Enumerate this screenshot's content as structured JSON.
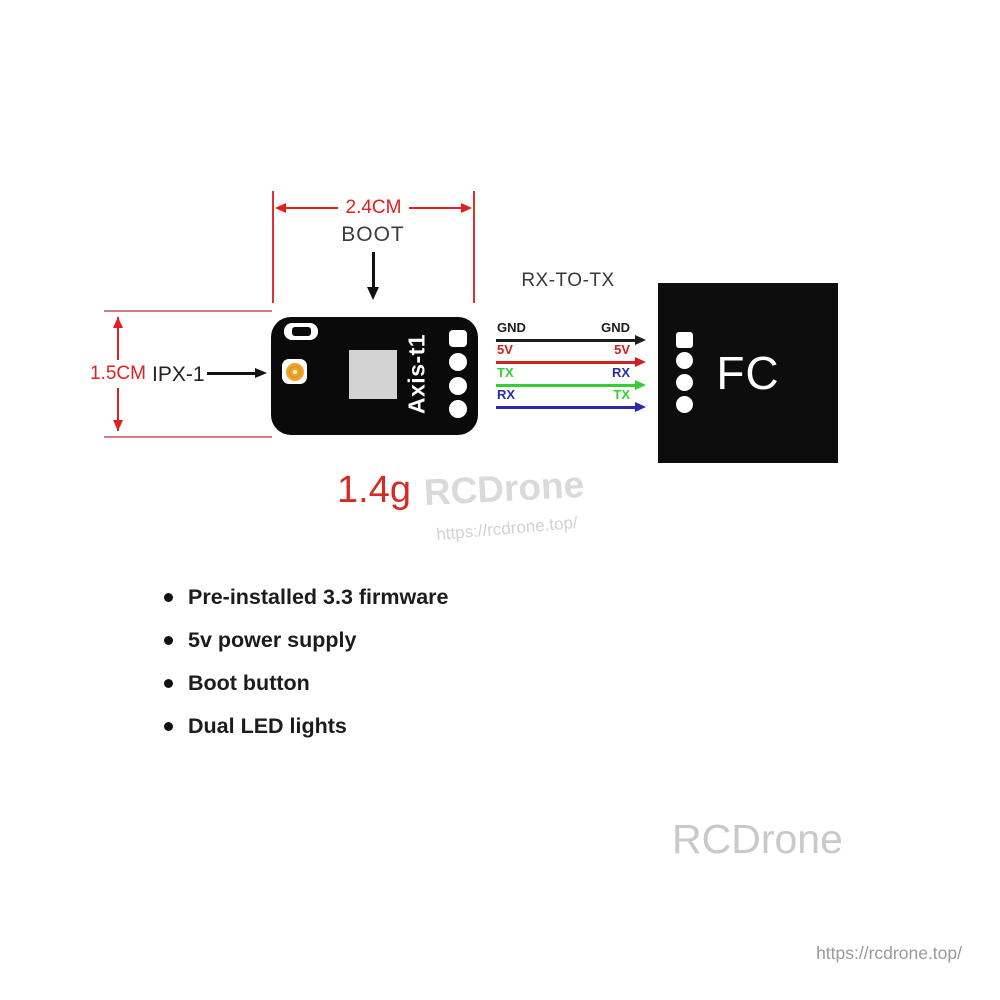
{
  "dimensions": {
    "width": {
      "label": "2.4CM"
    },
    "height": {
      "label": "1.5CM"
    }
  },
  "module": {
    "name": "Axis-t1",
    "weight": "1.4g",
    "boot_label": "BOOT",
    "ipx_label": "IPX-1"
  },
  "wiring": {
    "title": "RX-TO-TX",
    "fc_label": "FC",
    "wires": [
      {
        "left": "GND",
        "right": "GND",
        "line_color": "#1c1c1c",
        "left_color": "#1c1c1c",
        "right_color": "#1c1c1c"
      },
      {
        "left": "5V",
        "right": "5V",
        "line_color": "#cc2222",
        "left_color": "#cc2222",
        "right_color": "#cc2222"
      },
      {
        "left": "TX",
        "right": "RX",
        "line_color": "#35cf35",
        "left_color": "#35cf35",
        "right_color": "#2a2aaa"
      },
      {
        "left": "RX",
        "right": "TX",
        "line_color": "#2a2aaa",
        "left_color": "#2a2aaa",
        "right_color": "#35cf35"
      }
    ]
  },
  "features": [
    "Pre-installed 3.3 firmware",
    "5v power supply",
    "Boot button",
    "Dual LED lights"
  ],
  "watermark": {
    "brand": "RCDrone",
    "url": "https://rcdrone.top/"
  },
  "colors": {
    "dimension_red": "#e02020",
    "extension_pink": "#cf8080",
    "weight_red": "#d42b25",
    "module_black": "#0a0a0a",
    "fc_black": "#0d0d0d",
    "ipx_orange": "#f1a22f",
    "chip_gray": "#d3d3d3",
    "watermark_gray": "#c9c9c9"
  }
}
